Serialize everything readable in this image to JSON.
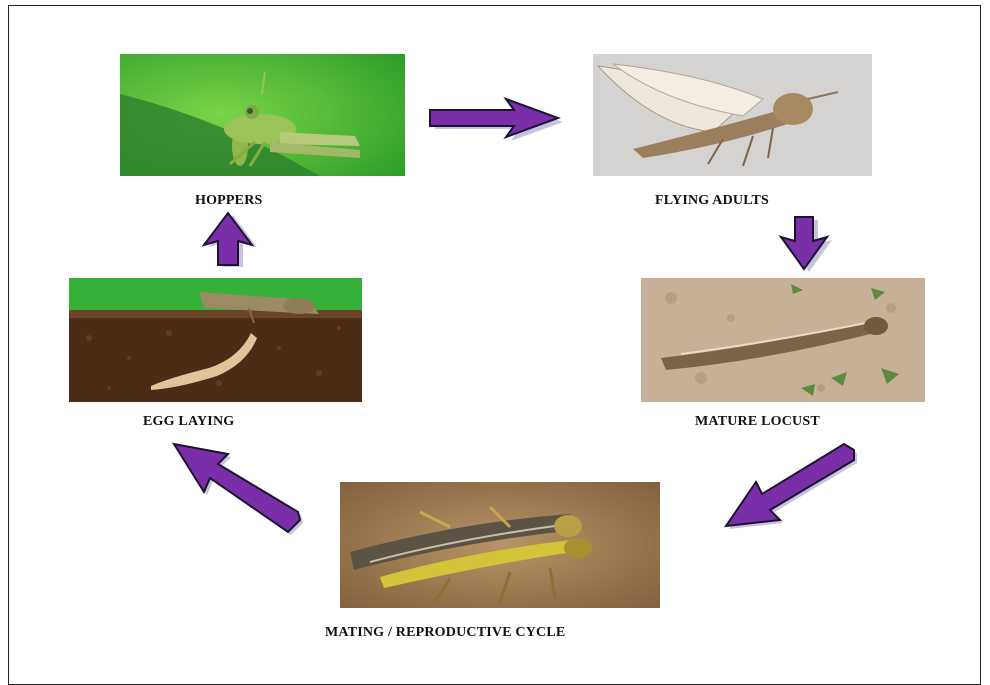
{
  "stages": {
    "hoppers": "HOPPERS",
    "flying_adults": "FLYING ADULTS",
    "mature_locust": "MATURE LOCUST",
    "mating": "MATING / REPRODUCTIVE CYCLE",
    "egg_laying": "EGG LAYING"
  },
  "colors": {
    "arrow_fill": "#7a2fa8",
    "arrow_outline": "#1c1330",
    "arrow_shadow": "#c9c2de",
    "frame": "#222222"
  },
  "icons": {
    "arrow": "arrow-icon",
    "photo": "locust-photo"
  }
}
